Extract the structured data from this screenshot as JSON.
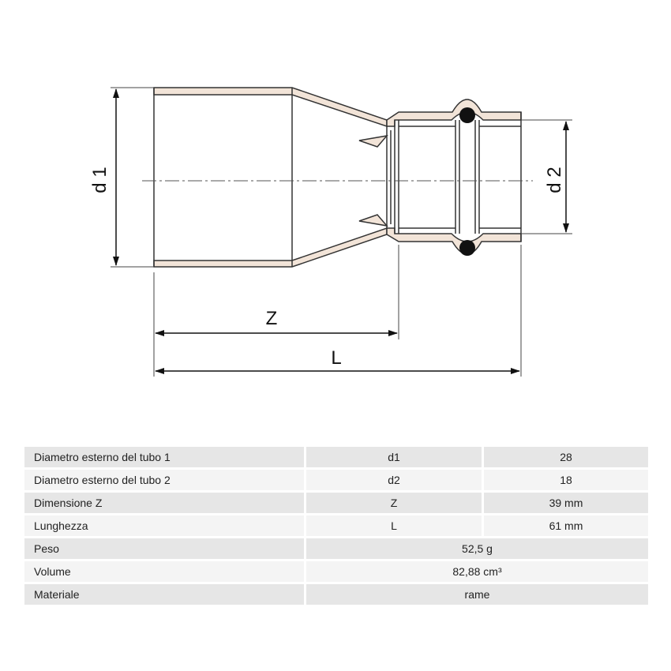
{
  "drawing": {
    "labels": {
      "d1": "d 1",
      "d2": "d 2",
      "z": "Z",
      "l": "L"
    }
  },
  "table": {
    "rows": [
      {
        "label": "Diametro esterno del tubo 1",
        "symbol": "d1",
        "value": "28"
      },
      {
        "label": "Diametro esterno del tubo 2",
        "symbol": "d2",
        "value": "18"
      },
      {
        "label": "Dimensione Z",
        "symbol": "Z",
        "value": "39 mm"
      },
      {
        "label": "Lunghezza",
        "symbol": "L",
        "value": "61 mm"
      },
      {
        "label": "Peso",
        "value": "52,5 g"
      },
      {
        "label": "Volume",
        "value": "82,88 cm³"
      },
      {
        "label": "Materiale",
        "value": "rame"
      }
    ]
  }
}
